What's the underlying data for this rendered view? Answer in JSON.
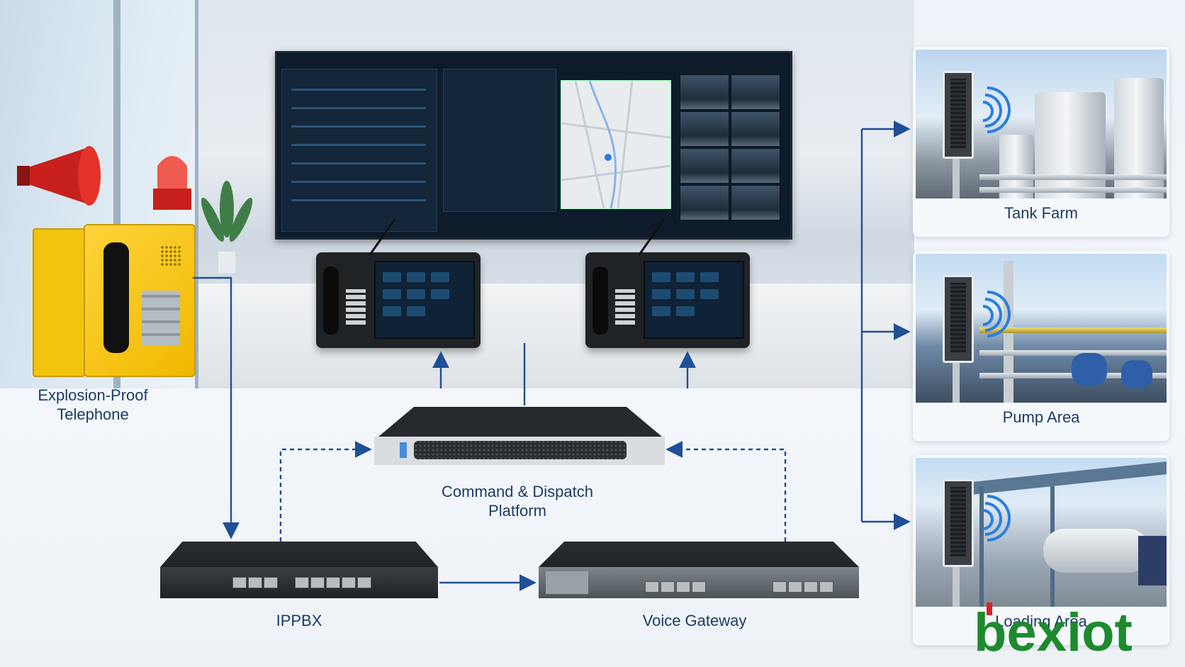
{
  "nodes": {
    "telephone": {
      "label_line1": "Explosion-Proof",
      "label_line2": "Telephone"
    },
    "platform": {
      "label_line1": "Command & Dispatch",
      "label_line2": "Platform"
    },
    "ippbx": {
      "label": "IPPBX"
    },
    "gateway": {
      "label": "Voice Gateway"
    }
  },
  "sites": [
    {
      "label": "Tank Farm"
    },
    {
      "label": "Pump Area"
    },
    {
      "label": "Loading Area"
    }
  ],
  "brand": {
    "name": "bexiot",
    "color_primary": "#1e8a2e",
    "color_accent": "#d92323"
  },
  "colors": {
    "connector": "#1f4f96",
    "label": "#1d3b66"
  }
}
